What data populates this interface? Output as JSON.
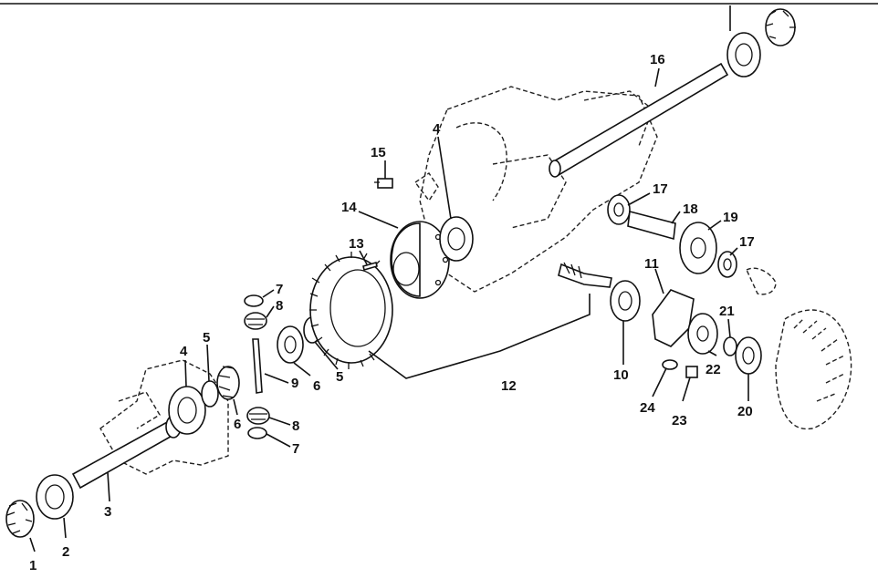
{
  "diagram": {
    "callouts": [
      {
        "id": "c1",
        "text": "1"
      },
      {
        "id": "c2",
        "text": "2"
      },
      {
        "id": "c3",
        "text": "3"
      },
      {
        "id": "c4a",
        "text": "4"
      },
      {
        "id": "c4b",
        "text": "4"
      },
      {
        "id": "c5a",
        "text": "5"
      },
      {
        "id": "c5b",
        "text": "5"
      },
      {
        "id": "c6a",
        "text": "6"
      },
      {
        "id": "c6b",
        "text": "6"
      },
      {
        "id": "c7a",
        "text": "7"
      },
      {
        "id": "c7b",
        "text": "7"
      },
      {
        "id": "c8a",
        "text": "8"
      },
      {
        "id": "c8b",
        "text": "8"
      },
      {
        "id": "c9",
        "text": "9"
      },
      {
        "id": "c10",
        "text": "10"
      },
      {
        "id": "c11",
        "text": "11"
      },
      {
        "id": "c12",
        "text": "12"
      },
      {
        "id": "c13",
        "text": "13"
      },
      {
        "id": "c14",
        "text": "14"
      },
      {
        "id": "c15",
        "text": "15"
      },
      {
        "id": "c16",
        "text": "16"
      },
      {
        "id": "c17a",
        "text": "17"
      },
      {
        "id": "c17b",
        "text": "17"
      },
      {
        "id": "c18",
        "text": "18"
      },
      {
        "id": "c19",
        "text": "19"
      },
      {
        "id": "c20",
        "text": "20"
      },
      {
        "id": "c21",
        "text": "21"
      },
      {
        "id": "c22",
        "text": "22"
      },
      {
        "id": "c23",
        "text": "23"
      },
      {
        "id": "c24",
        "text": "24"
      }
    ]
  }
}
